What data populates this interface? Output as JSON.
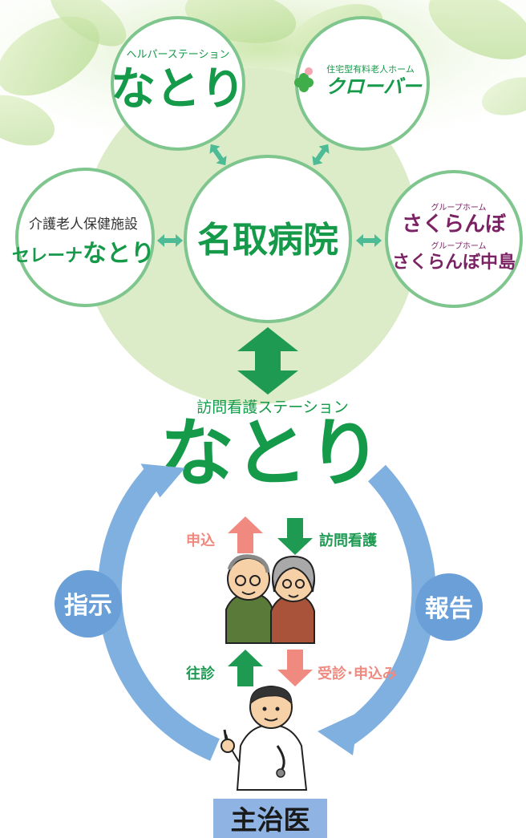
{
  "colors": {
    "green_dark": "#159a4a",
    "green_light_bg": "#dcecc8",
    "circle_border": "#7fc58e",
    "arrow_teal": "#4dbb95",
    "arrow_green": "#1e9a52",
    "salmon": "#f08a80",
    "blue_arrow": "#7fb0e0",
    "blue_badge": "#6a9fd8",
    "purple": "#7b2264",
    "doctor_label_bg": "#8fb4e3"
  },
  "nodes": {
    "helper": {
      "subtitle": "ヘルパーステーション",
      "name": "なとり"
    },
    "clover": {
      "subtitle": "住宅型有料老人ホーム",
      "name": "クローバー"
    },
    "serena": {
      "title": "介護老人保健施設",
      "name_prefix": "セレーナ",
      "name": "なとり"
    },
    "hospital": {
      "name": "名取病院"
    },
    "sakuranbo": {
      "sub1": "グループホーム",
      "name1": "さくらんぼ",
      "sub2": "グループホーム",
      "name2": "さくらんぼ中島"
    }
  },
  "station": {
    "subtitle": "訪問看護ステーション",
    "name": "なとり"
  },
  "flow": {
    "apply": "申込",
    "visit_nursing": "訪問看護",
    "instruction": "指示",
    "report": "報告",
    "house_call": "往診",
    "consult_apply": "受診･申込み"
  },
  "doctor_label": "主治医"
}
